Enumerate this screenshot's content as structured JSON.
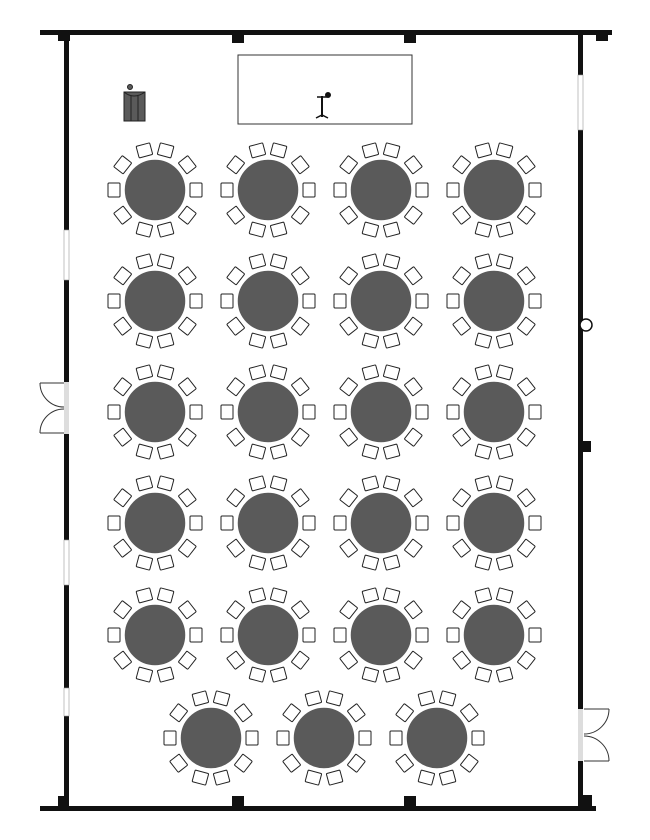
{
  "floor_plan": {
    "table_rows": [
      4,
      4,
      4,
      4,
      4,
      3
    ],
    "chairs_per_table": 10,
    "features": [
      "stage",
      "microphone-stand",
      "podium",
      "double-door-left",
      "double-door-right"
    ]
  },
  "colors": {
    "wall": "#111111",
    "table_fill": "#5a5a5a",
    "chair_stroke": "#222222",
    "window": "#dcdcdc",
    "background": "#ffffff"
  }
}
